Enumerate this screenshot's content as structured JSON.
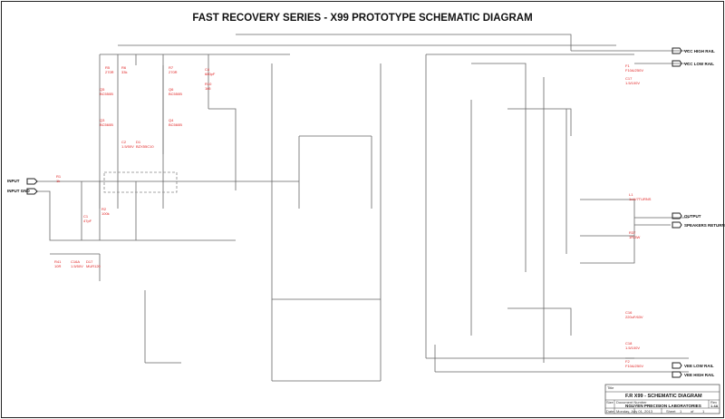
{
  "title": "FAST RECOVERY SERIES - X99 PROTOTYPE SCHEMATIC DIAGRAM",
  "ports": {
    "input": "INPUT",
    "input_gnd": "INPUT GND",
    "vcc_high": "VCC HIGH RAIL",
    "vcc_low": "VCC LOW RAIL",
    "output": "OUTPUT",
    "speakers_return": "SPEAKERS RETURN",
    "vee_low": "VEE LOW RAIL",
    "vee_high": "VEE HIGH RAIL"
  },
  "components": [
    {
      "ref": "R1",
      "value": "1k"
    },
    {
      "ref": "C1",
      "value": "47pF"
    },
    {
      "ref": "R2",
      "value": "100k"
    },
    {
      "ref": "R5",
      "value": "270R"
    },
    {
      "ref": "R6",
      "value": "33k"
    },
    {
      "ref": "R7",
      "value": "270R"
    },
    {
      "ref": "C4",
      "value": "680pF"
    },
    {
      "ref": "R10",
      "value": "1k5"
    },
    {
      "ref": "Q5",
      "value": "BC550B"
    },
    {
      "ref": "Q6",
      "value": "BC550B"
    },
    {
      "ref": "Q3",
      "value": "BC560B"
    },
    {
      "ref": "Q4",
      "value": "BC560B"
    },
    {
      "ref": "D1",
      "value": "BZX55C10"
    },
    {
      "ref": "C2",
      "value": "1.5/50V"
    },
    {
      "ref": "F1",
      "value": "F10A/250V"
    },
    {
      "ref": "F2",
      "value": "F10A/250V"
    },
    {
      "ref": "C17",
      "value": "1.5/100V"
    },
    {
      "ref": "C18",
      "value": "1.5/100V"
    },
    {
      "ref": "C16",
      "value": "220uF/63V"
    },
    {
      "ref": "L1",
      "value": "1uH/7TURNS"
    },
    {
      "ref": "R37",
      "value": "1R/3W"
    },
    {
      "ref": "R41",
      "value": "10R"
    },
    {
      "ref": "C16A",
      "value": "1.5/50V"
    },
    {
      "ref": "D17",
      "value": "MUR120"
    }
  ],
  "title_block": {
    "title_label": "Title",
    "title": "F.R X99 - SCHEMATIC DIAGRAM",
    "size_label": "Size",
    "docnum_label": "Document Number",
    "company": "NGUYEN PRECISION LABORATORIES",
    "rev_label": "Rev",
    "rev": "1.4A",
    "date_label": "Date:",
    "date": "Monday, July 01, 2013",
    "sheet_label": "Sheet",
    "sheet": "1",
    "of_label": "of",
    "sheet_total": "1"
  },
  "colors": {
    "component_label": "#e02020",
    "wire": "#666666",
    "text": "#111111"
  }
}
